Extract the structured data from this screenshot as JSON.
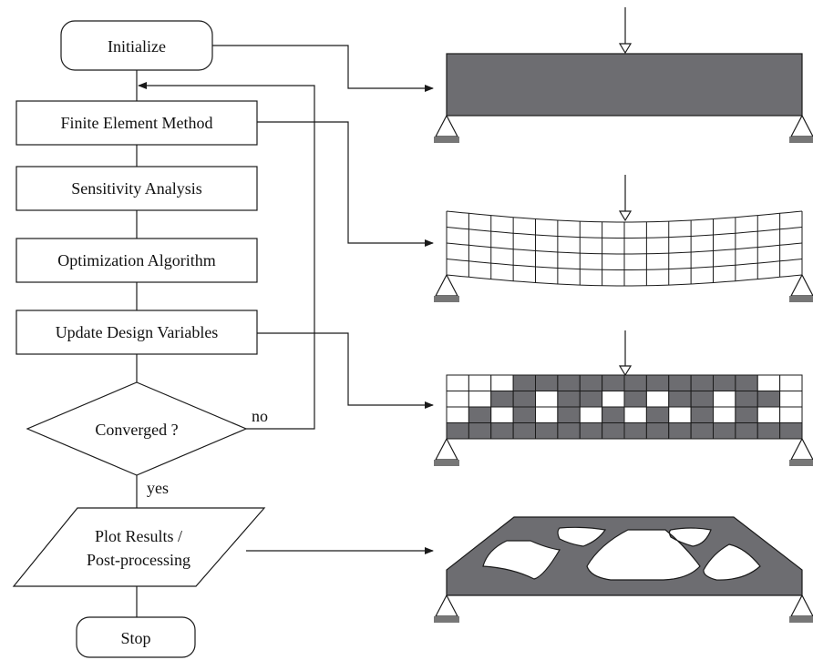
{
  "flowchart": {
    "initialize": "Initialize",
    "fem": "Finite Element Method",
    "sensitivity": "Sensitivity Analysis",
    "optimization": "Optimization Algorithm",
    "update": "Update Design Variables",
    "converged": "Converged ?",
    "no_label": "no",
    "yes_label": "yes",
    "plot_line1": "Plot Results /",
    "plot_line2": "Post-processing",
    "stop": "Stop"
  },
  "colors": {
    "line": "#1a1a1a",
    "solid_material": "#6d6d71",
    "support_base": "#777777",
    "void": "#ffffff"
  },
  "density_pattern": [
    "0001111111111100",
    "0011011010110110",
    "0101010101010100",
    "1111111111111111"
  ]
}
